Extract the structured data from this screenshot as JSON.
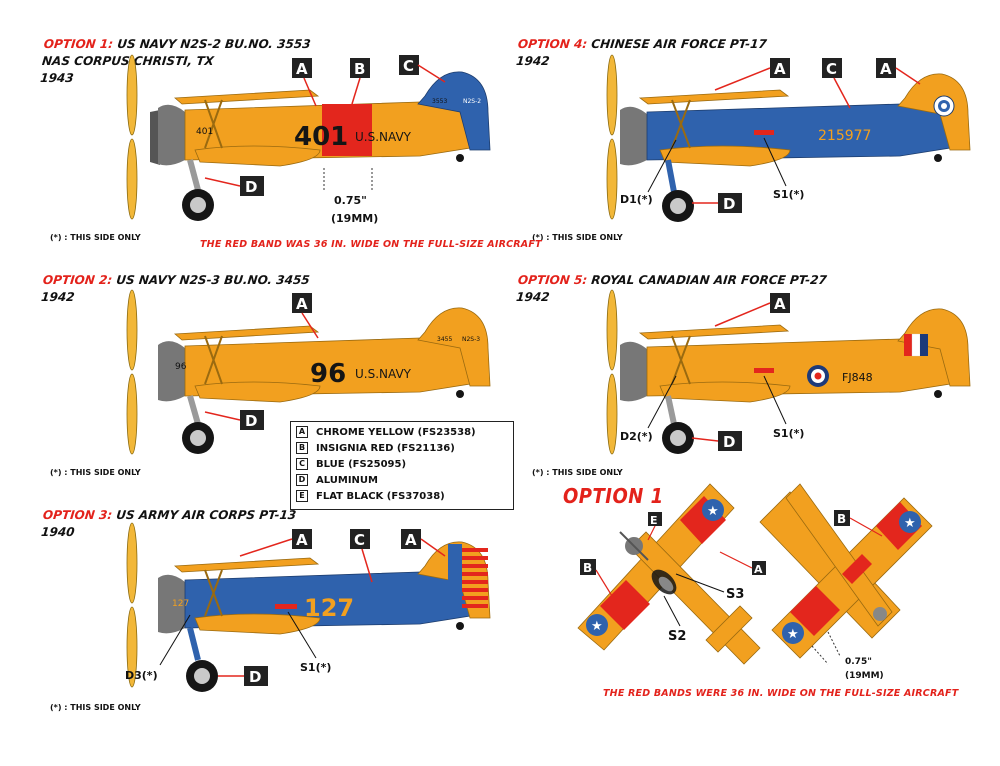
{
  "colors": {
    "chrome_yellow": "#f2a01f",
    "insignia_red": "#e3261d",
    "blue": "#2f62ad",
    "aluminum": "#9a9a9a",
    "flat_black": "#161616",
    "text_red": "#e3221b",
    "label_box": "#222222"
  },
  "options": {
    "o1": {
      "label": "OPTION 1:",
      "title": "US NAVY N2S-2 BU.NO. 3553",
      "line2": "NAS CORPUS CHRISTI, TX",
      "line3": "1943"
    },
    "o2": {
      "label": "OPTION 2:",
      "title": "US NAVY N2S-3 BU.NO. 3455",
      "line2": "1942"
    },
    "o3": {
      "label": "OPTION 3:",
      "title": "US ARMY AIR CORPS PT-13",
      "line2": "1940"
    },
    "o4": {
      "label": "OPTION 4:",
      "title": "CHINESE AIR FORCE PT-17",
      "line2": "1942"
    },
    "o5": {
      "label": "OPTION 5:",
      "title": "ROYAL CANADIAN AIR FORCE PT-27",
      "line2": "1942"
    }
  },
  "notes": {
    "this_side_only": "(*) : THIS SIDE ONLY",
    "red_band_single": "THE RED BAND WAS 36 IN. WIDE ON THE FULL-SIZE AIRCRAFT",
    "red_band_plural": "THE RED BANDS WERE 36 IN. WIDE ON THE FULL-SIZE AIRCRAFT",
    "dim_in": "0.75\"",
    "dim_mm": "(19MM)",
    "top_view_title": "OPTION 1"
  },
  "legend": [
    {
      "key": "A",
      "text": "CHROME YELLOW (FS23538)"
    },
    {
      "key": "B",
      "text": "INSIGNIA RED (FS21136)"
    },
    {
      "key": "C",
      "text": "BLUE (FS25095)"
    },
    {
      "key": "D",
      "text": "ALUMINUM"
    },
    {
      "key": "E",
      "text": "FLAT BLACK (FS37038)"
    }
  ],
  "markings": {
    "p1_nose": "401",
    "p1_big": "401",
    "p1_navy": "U.S.NAVY",
    "p1_tail1": "3553",
    "p1_tail2": "N2S-2",
    "p2_nose": "96",
    "p2_big": "96",
    "p2_navy": "U.S.NAVY",
    "p2_tail1": "3455",
    "p2_tail2": "N2S-3",
    "p3_nose": "127",
    "p3_big": "127",
    "p4_serial": "215977",
    "p5_serial": "FJ848"
  },
  "callouts": {
    "A": "A",
    "B": "B",
    "C": "C",
    "D": "D",
    "E": "E",
    "D1": "D1(*)",
    "D2": "D2(*)",
    "D3": "D3(*)",
    "S1": "S1(*)",
    "S2": "S2",
    "S3": "S3"
  }
}
